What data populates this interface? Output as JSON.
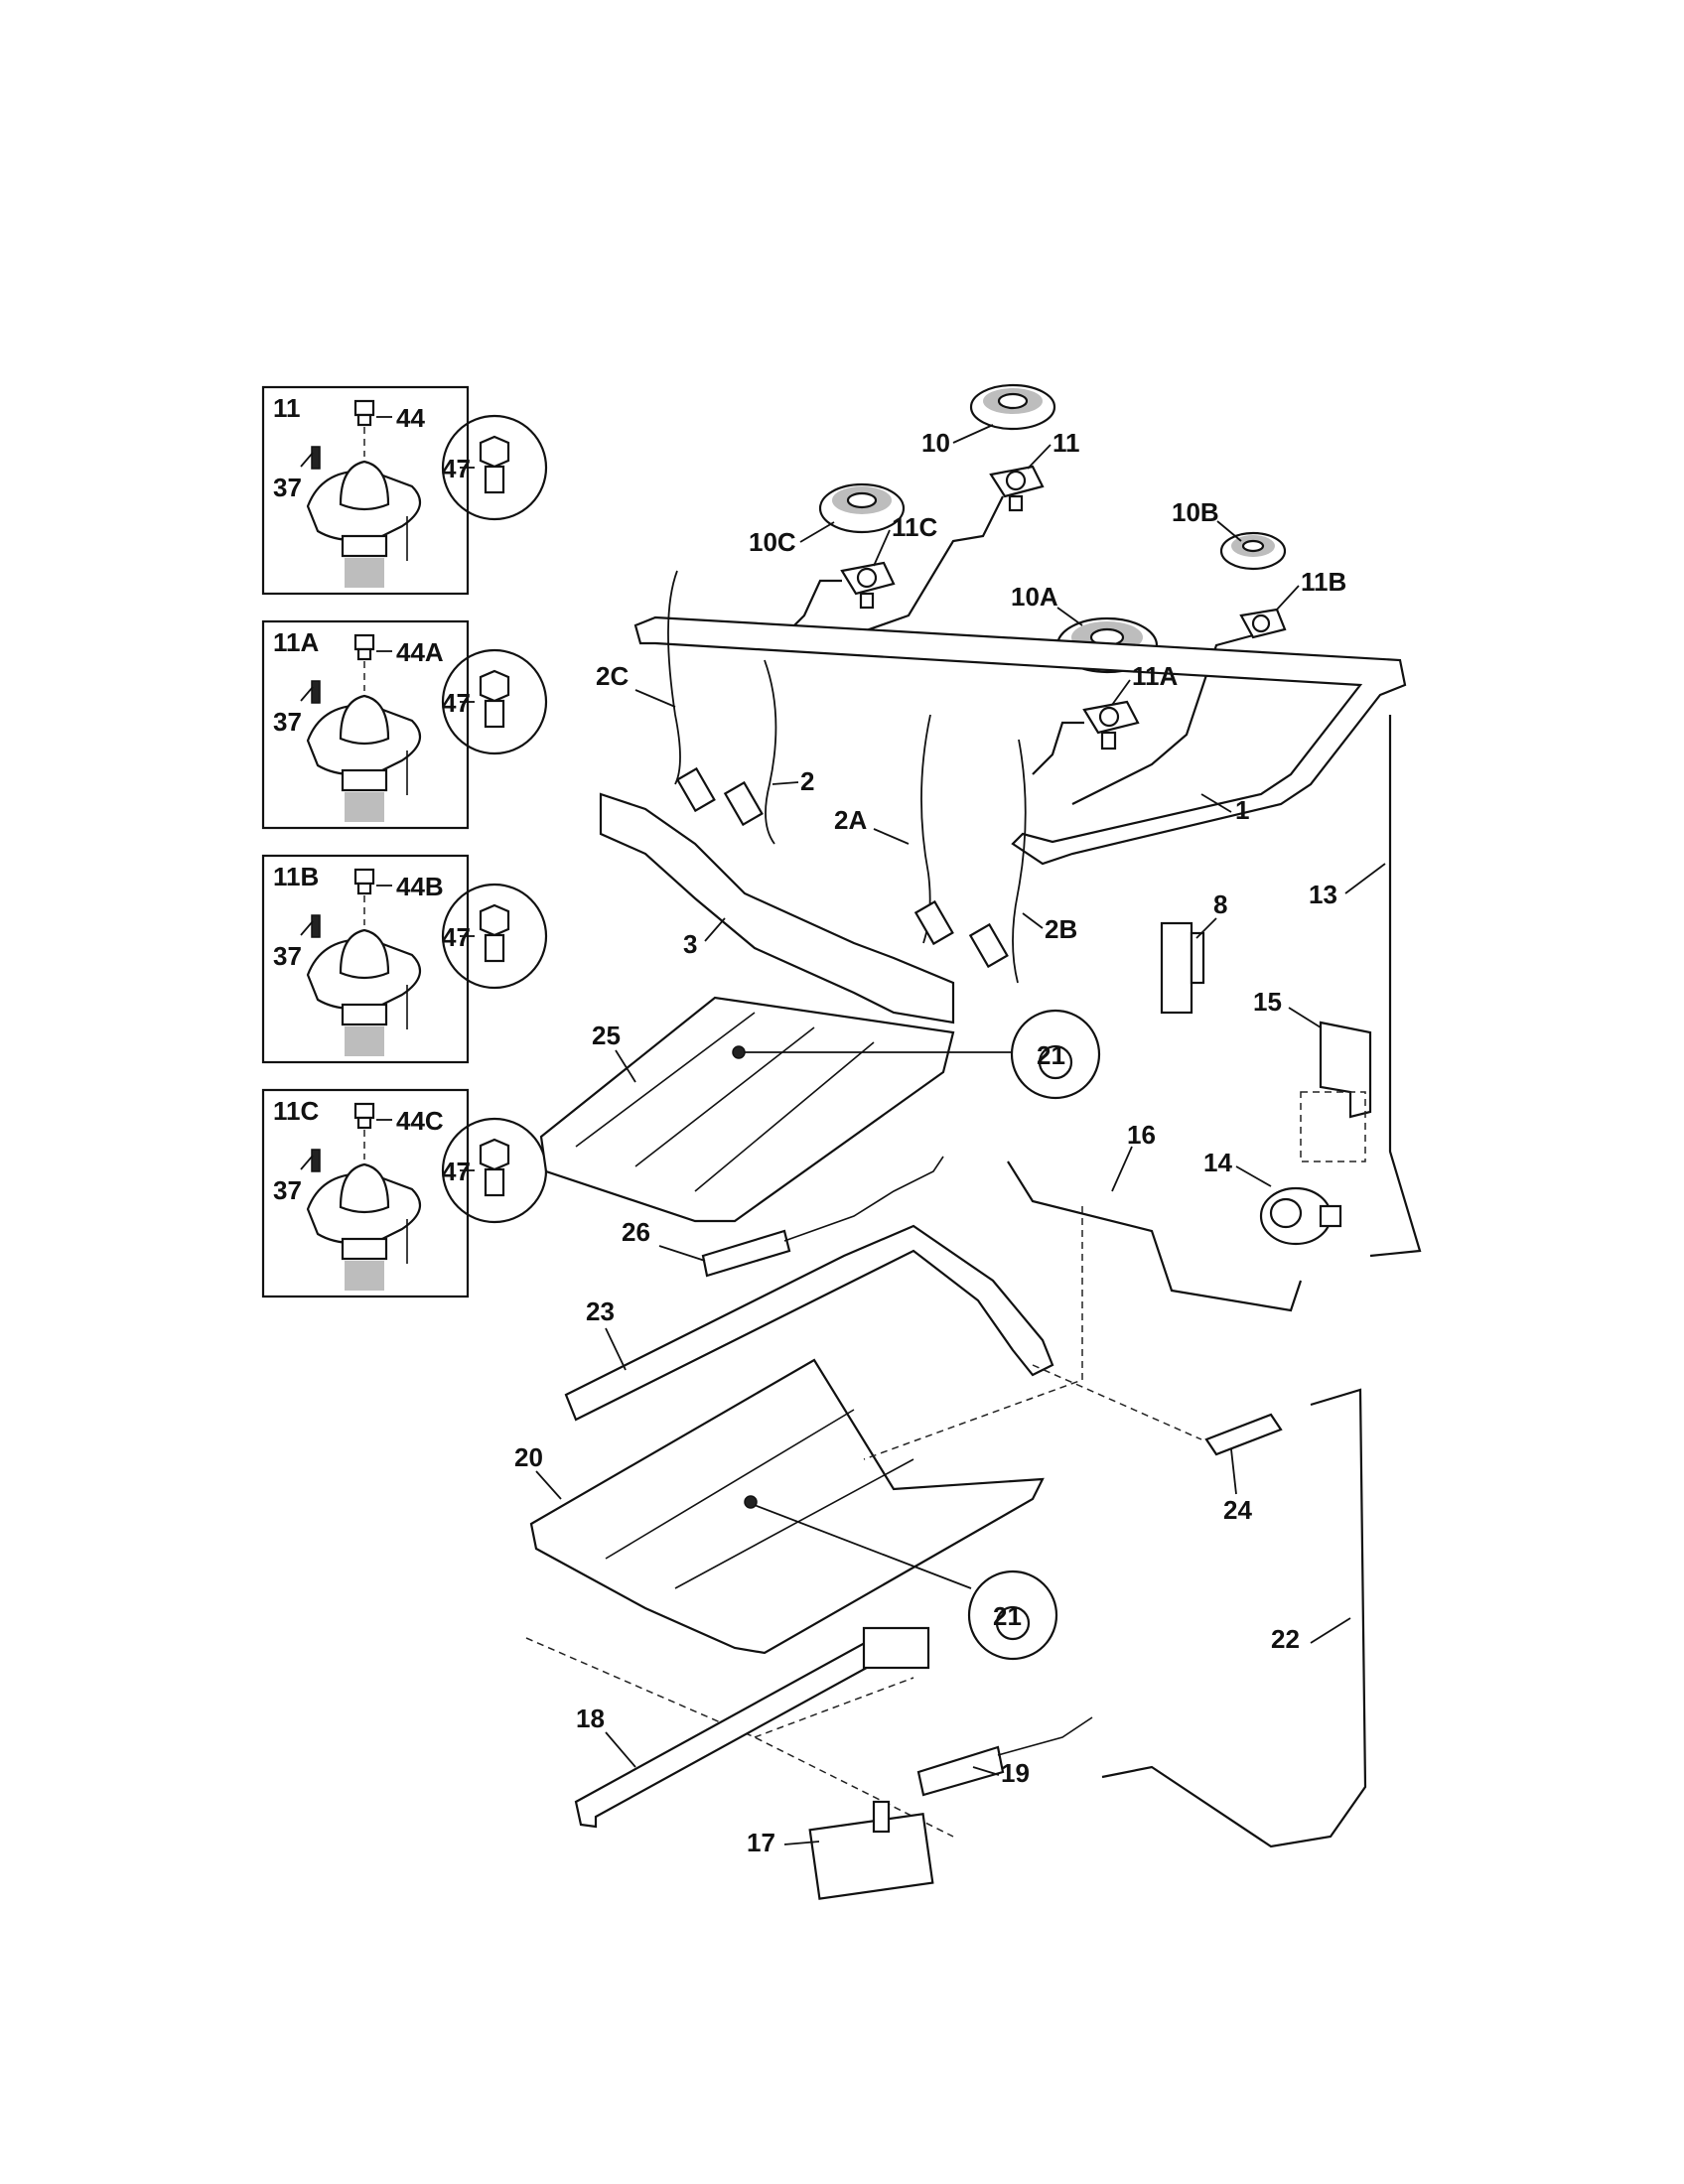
{
  "callouts": {
    "c1": "1",
    "c2": "2",
    "c2A": "2A",
    "c2B": "2B",
    "c2C": "2C",
    "c3": "3",
    "c8": "8",
    "c10": "10",
    "c10A": "10A",
    "c10B": "10B",
    "c10C": "10C",
    "c11": "11",
    "c11A": "11A",
    "c11B": "11B",
    "c11C": "11C",
    "c13": "13",
    "c14": "14",
    "c15": "15",
    "c16": "16",
    "c17": "17",
    "c18": "18",
    "c19": "19",
    "c20": "20",
    "c21a": "21",
    "c21b": "21",
    "c22": "22",
    "c23": "23",
    "c24": "24",
    "c25": "25",
    "c26": "26"
  },
  "insets": [
    {
      "title": "11",
      "screw": "37",
      "cap": "44",
      "orifice": "47"
    },
    {
      "title": "11A",
      "screw": "37",
      "cap": "44A",
      "orifice": "47"
    },
    {
      "title": "11B",
      "screw": "37",
      "cap": "44B",
      "orifice": "47"
    },
    {
      "title": "11C",
      "screw": "37",
      "cap": "44C",
      "orifice": "47"
    }
  ]
}
